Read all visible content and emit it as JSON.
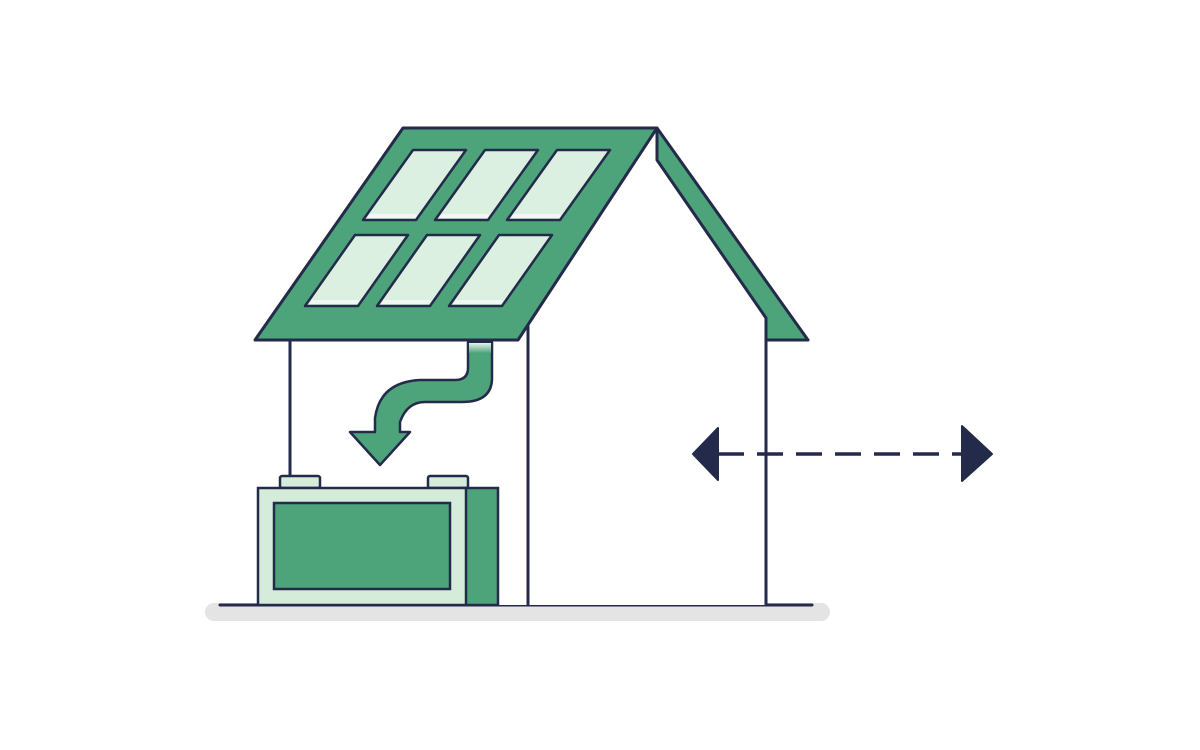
{
  "diagram": {
    "kind": "illustration",
    "subject": [
      "house-with-solar-roof",
      "solar-panel-array",
      "energy-flow-arrow",
      "home-battery",
      "grid-exchange-arrow"
    ],
    "solar_panels": {
      "rows": 2,
      "per_row": 3
    },
    "grid_arrow": {
      "direction": "bidirectional",
      "style": "dashed"
    },
    "energy_arrow": {
      "from": "solar-panel-array",
      "to": "home-battery"
    }
  },
  "colors": {
    "background": "#ffffff",
    "roof_green": "#4ea47a",
    "battery_green": "#4ea47a",
    "panel_fill": "#dcf0e2",
    "outline_navy": "#232a4a",
    "wall_white": "#ffffff",
    "battery_case": "#d4ecd9",
    "ground_shadow": "#e4e4e4",
    "arrow_head_gradient": "#e8f3ec"
  }
}
